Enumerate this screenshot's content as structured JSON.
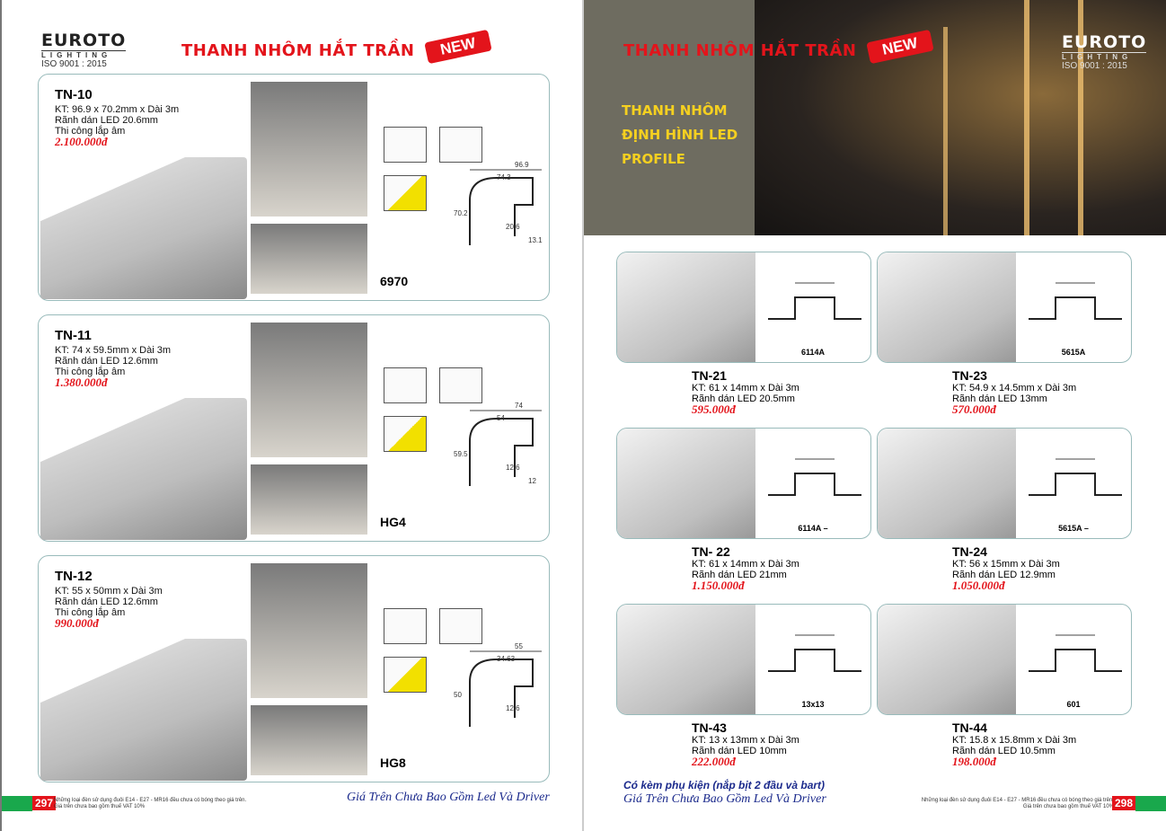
{
  "left": {
    "logo": {
      "brand": "EUROTO",
      "sub": "LIGHTING",
      "iso": "ISO 9001 : 2015"
    },
    "title": "THANH NHÔM HẮT TRẦN",
    "badge": "NEW",
    "products": [
      {
        "code": "TN-10",
        "size": "KT: 96.9 x 70.2mm x Dài 3m",
        "groove": "Rãnh dán LED 20.6mm",
        "install": "Thi công lắp âm",
        "price": "2.100.000đ",
        "model": "6970",
        "dims": [
          "96.9",
          "74.3",
          "70.2",
          "20.6",
          "13.1"
        ]
      },
      {
        "code": "TN-11",
        "size": "KT: 74 x 59.5mm x Dài 3m",
        "groove": "Rãnh dán LED 12.6mm",
        "install": "Thi công lắp âm",
        "price": "1.380.000đ",
        "model": "HG4",
        "dims": [
          "74",
          "54",
          "59.5",
          "12.6",
          "12"
        ]
      },
      {
        "code": "TN-12",
        "size": "KT: 55 x 50mm x Dài 3m",
        "groove": "Rãnh dán LED 12.6mm",
        "install": "Thi công lắp âm",
        "price": "990.000đ",
        "model": "HG8",
        "dims": [
          "55",
          "34.63",
          "50",
          "12.6",
          ""
        ]
      }
    ],
    "footer": {
      "page": "297",
      "note1": "Những loại đèn sử dụng đuôi E14 - E27 - MR16 đều chưa có bóng theo giá trên.",
      "note2": "Giá trên chưa bao gồm thuế VAT 10%",
      "slogan": "Giá Trên Chưa Bao Gồm Led Và Driver"
    }
  },
  "right": {
    "title": "THANH NHÔM HẮT TRẦN",
    "badge": "NEW",
    "logo": {
      "brand": "EUROTO",
      "sub": "LIGHTING",
      "iso": "ISO 9001 : 2015"
    },
    "heading": [
      "THANH NHÔM",
      "ĐỊNH HÌNH LED",
      "PROFILE"
    ],
    "products": [
      {
        "code": "TN-21",
        "size": "KT: 61 x 14mm x Dài 3m",
        "groove": "Rãnh dán LED 20.5mm",
        "price": "595.000đ",
        "model": "6114A"
      },
      {
        "code": "TN-23",
        "size": "KT: 54.9 x 14.5mm x Dài 3m",
        "groove": "Rãnh dán LED 13mm",
        "price": "570.000đ",
        "model": "5615A"
      },
      {
        "code": "TN- 22",
        "size": "KT: 61 x 14mm x Dài 3m",
        "groove": "Rãnh dán LED 21mm",
        "price": "1.150.000đ",
        "model": "6114A –"
      },
      {
        "code": "TN-24",
        "size": "KT: 56 x 15mm x Dài 3m",
        "groove": "Rãnh dán LED 12.9mm",
        "price": "1.050.000đ",
        "model": "5615A –"
      },
      {
        "code": "TN-43",
        "size": "KT: 13 x 13mm x Dài 3m",
        "groove": "Rãnh dán LED 10mm",
        "price": "222.000đ",
        "model": "13x13"
      },
      {
        "code": "TN-44",
        "size": "KT: 15.8 x 15.8mm x Dài 3m",
        "groove": "Rãnh dán LED 10.5mm",
        "price": "198.000đ",
        "model": "601"
      }
    ],
    "footer": {
      "page": "298",
      "accessory": "Có kèm phụ kiện (nắp bịt 2 đầu và bart)",
      "slogan": "Giá Trên Chưa Bao Gồm Led Và Driver",
      "note1": "Những loại đèn sử dụng đuôi E14 - E27 - MR16 đều chưa có bóng theo giá trên.",
      "note2": "Giá trên chưa bao gồm thuế VAT 10%"
    }
  }
}
